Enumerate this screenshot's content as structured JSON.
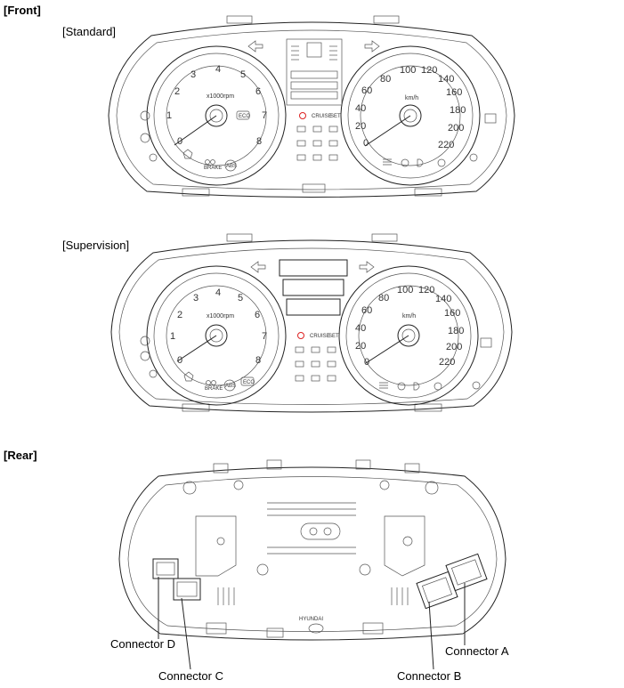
{
  "sections": {
    "front": "[Front]",
    "standard": "[Standard]",
    "supervision": "[Supervision]",
    "rear": "[Rear]"
  },
  "tachometer": {
    "numbers": [
      "1",
      "2",
      "3",
      "4",
      "5",
      "6",
      "7",
      "8"
    ],
    "zero": "0",
    "unit": "x1000rpm"
  },
  "speedometer": {
    "numbers": [
      "0",
      "20",
      "40",
      "60",
      "80",
      "100",
      "120",
      "140",
      "160",
      "180",
      "200",
      "220"
    ],
    "unit": "km/h"
  },
  "indicators": {
    "cruise": "CRUISE",
    "set": "SET",
    "brake": "BRAKE",
    "abs": "ABS",
    "eco": "ECO"
  },
  "connectors": {
    "a": "Connector A",
    "b": "Connector B",
    "c": "Connector C",
    "d": "Connector D"
  },
  "rear_text": [
    "HYUNDAI"
  ]
}
